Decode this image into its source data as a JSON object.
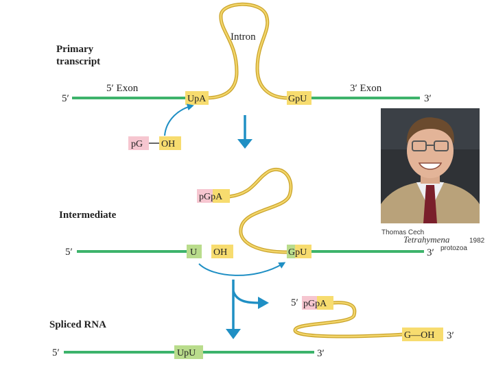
{
  "diagram": {
    "stage1": {
      "title_line1": "Primary",
      "title_line2": "transcript",
      "five_prime": "5′",
      "three_prime": "3′",
      "exon5_label": "5′ Exon",
      "exon3_label": "3′ Exon",
      "intron_label": "Intron",
      "box_upa": "UpA",
      "box_gpu": "GpU",
      "guanosine_pg": "pG",
      "guanosine_oh": "OH"
    },
    "stage2": {
      "title": "Intermediate",
      "five_prime": "5′",
      "three_prime": "3′",
      "box_pgpa": "pGpA",
      "box_u": "U",
      "box_oh": "OH",
      "box_gpu": "GpU"
    },
    "stage3": {
      "title": "Spliced RNA",
      "five_prime": "5′",
      "three_prime": "3′",
      "box_upu": "UpU",
      "lariat_five": "5′",
      "lariat_pgpa": "pGpA",
      "lariat_goh": "G—OH",
      "lariat_three": "3′"
    },
    "colors": {
      "exon": "#3db36b",
      "intron": "#f2c94c",
      "intron_stroke": "#c9a227",
      "box_yellow": "#f7dc6f",
      "box_pink": "#f6c6d0",
      "box_green": "#b9dc8c",
      "arrow_blue": "#1f8fc4"
    }
  },
  "photo_caption": {
    "name": "Thomas Cech",
    "organism": "Tetrahymena",
    "year": "1982",
    "kind": "protozoa"
  }
}
